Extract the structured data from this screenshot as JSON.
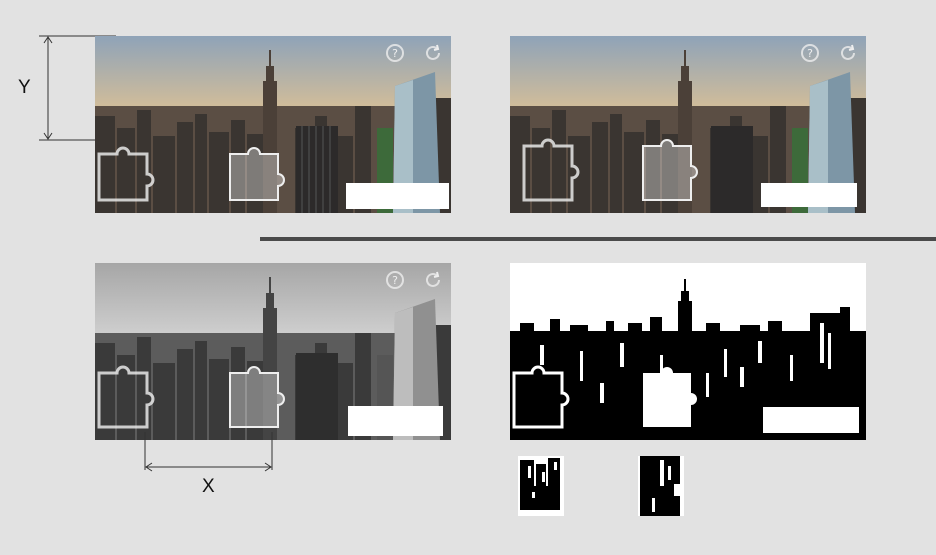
{
  "labels": {
    "y": "Y",
    "x": "X"
  },
  "icons": [
    "help-icon",
    "refresh-icon"
  ],
  "colors": {
    "background": "#e2e2e2",
    "sky_top": "#8fa3b8",
    "sky_horizon": "#e9c68f",
    "city": "#3a3531",
    "divider": "#4a4a4a"
  },
  "panels": [
    {
      "id": "color-top-left",
      "style": "color"
    },
    {
      "id": "color-top-right",
      "style": "color"
    },
    {
      "id": "grayscale",
      "style": "gray"
    },
    {
      "id": "binary",
      "style": "binary"
    }
  ]
}
